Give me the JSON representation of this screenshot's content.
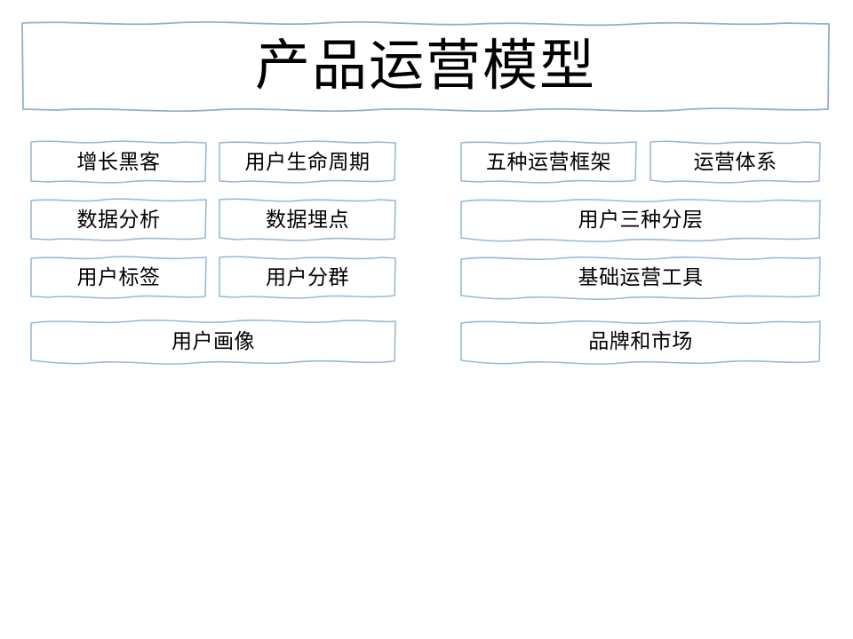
{
  "slide": {
    "background_color": "#ffffff",
    "border_color": "#9ab8d7",
    "text_color": "#000000"
  },
  "title": {
    "text": "产品运营模型"
  },
  "columns": {
    "left": {
      "rows": [
        {
          "cells": [
            {
              "label": "增长黑客"
            },
            {
              "label": "用户生命周期"
            }
          ]
        },
        {
          "cells": [
            {
              "label": "数据分析"
            },
            {
              "label": "数据埋点"
            }
          ]
        },
        {
          "cells": [
            {
              "label": "用户标签"
            },
            {
              "label": "用户分群"
            }
          ]
        },
        {
          "cells": [
            {
              "label": "用户画像"
            }
          ]
        }
      ]
    },
    "right": {
      "rows": [
        {
          "cells": [
            {
              "label": "五种运营框架"
            },
            {
              "label": "运营体系"
            }
          ]
        },
        {
          "cells": [
            {
              "label": "用户三种分层"
            }
          ]
        },
        {
          "cells": [
            {
              "label": "基础运营工具"
            }
          ]
        },
        {
          "cells": [
            {
              "label": "品牌和市场"
            }
          ]
        }
      ]
    }
  }
}
